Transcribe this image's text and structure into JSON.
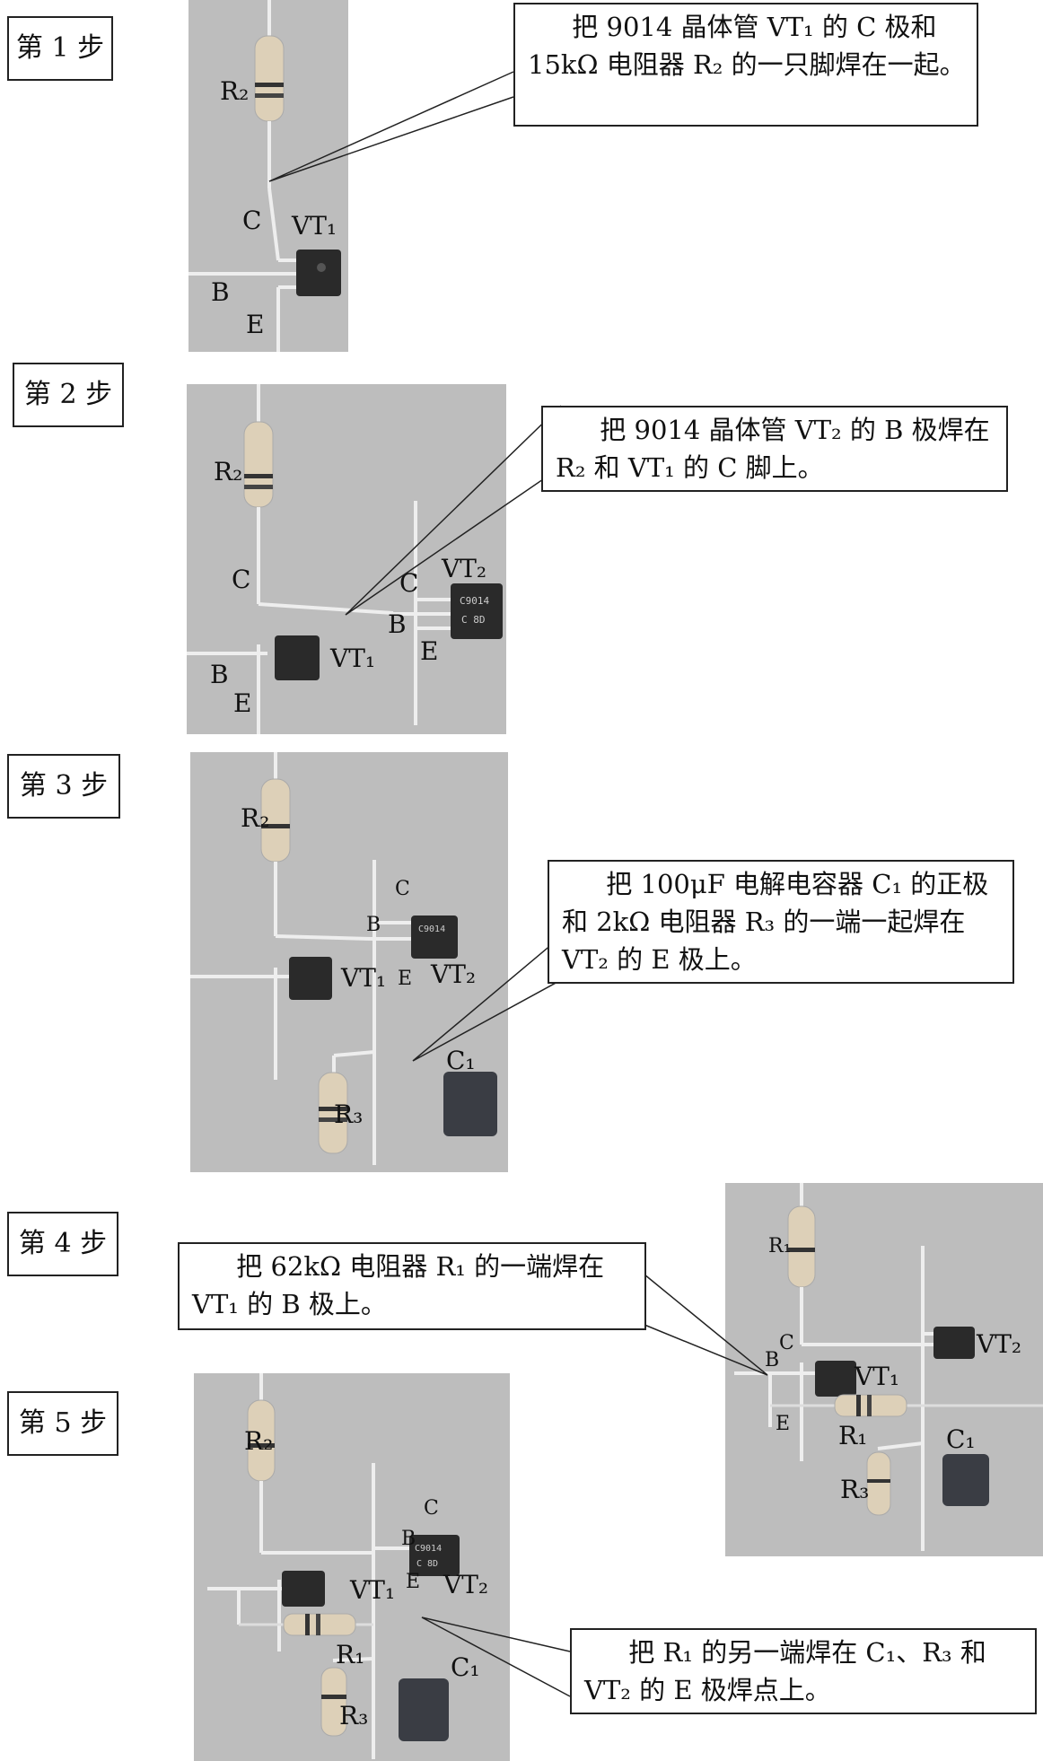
{
  "steps": [
    {
      "label": "第 1 步",
      "instruction": "把 9014 晶体管 VT₁ 的 C 极和 15kΩ 电阻器 R₂ 的一只脚焊在一起。"
    },
    {
      "label": "第 2 步",
      "instruction": "把 9014 晶体管 VT₂ 的 B 极焊在 R₂ 和 VT₁ 的 C 脚上。"
    },
    {
      "label": "第 3 步",
      "instruction": "把 100μF 电解电容器 C₁ 的正极和 2kΩ 电阻器 R₃ 的一端一起焊在 VT₂ 的 E 极上。"
    },
    {
      "label": "第 4 步",
      "instruction": "把 62kΩ 电阻器 R₁ 的一端焊在 VT₁ 的 B 极上。"
    },
    {
      "label": "第 5 步",
      "instruction": "把 R₁ 的另一端焊在 C₁、R₃ 和 VT₂ 的 E 极焊点上。"
    }
  ],
  "component_labels": {
    "R1": "R₁",
    "R2": "R₂",
    "R3": "R₃",
    "C1": "C₁",
    "VT1": "VT₁",
    "VT2": "VT₂",
    "C": "C",
    "B": "B",
    "E": "E",
    "marking_c9014": "C9014",
    "marking_c8d": "C 8D"
  },
  "colors": {
    "photo_bg": "#bdbdbd",
    "transistor_body": "#2a2a2a",
    "capacitor_body": "#3a3d44",
    "wire": "#e8e8e8"
  }
}
